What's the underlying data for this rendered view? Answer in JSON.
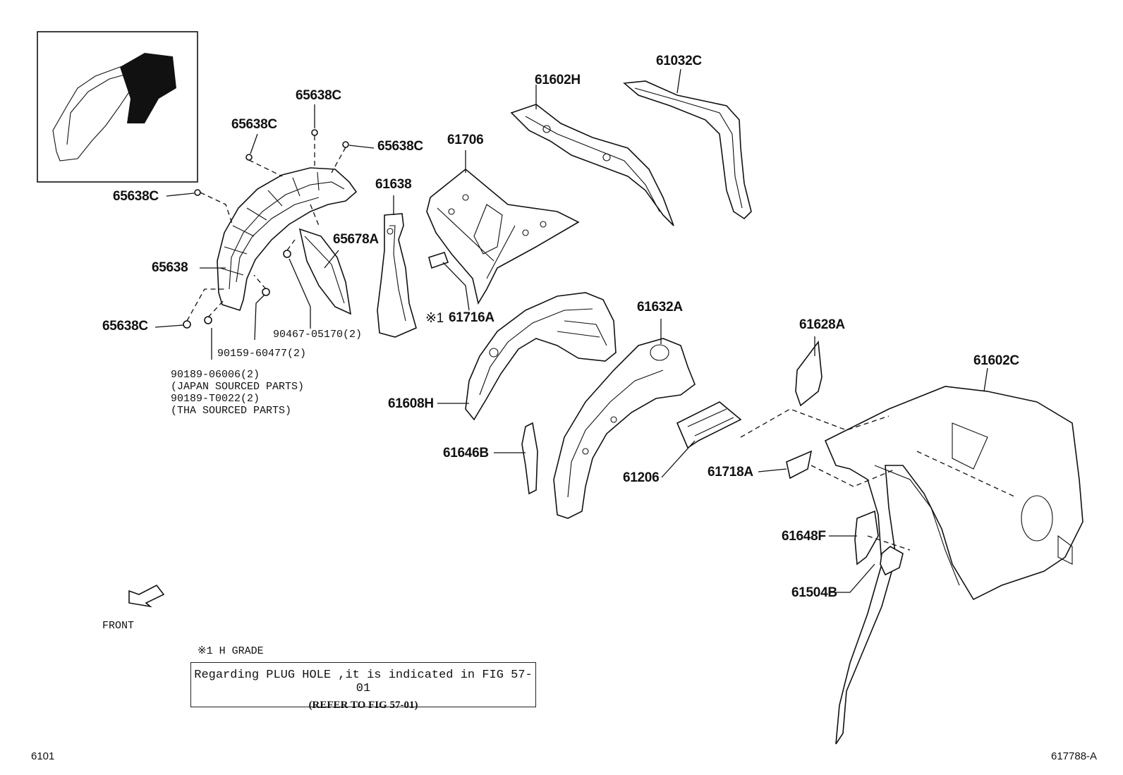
{
  "labels": {
    "p61032C": "61032C",
    "p61602H": "61602H",
    "p65638C_top": "65638C",
    "p65638C_a": "65638C",
    "p65638C_b": "65638C",
    "p65638C_c": "65638C",
    "p65638C_d": "65638C",
    "p61706": "61706",
    "p61638": "61638",
    "p65678A": "65678A",
    "p65638": "65638",
    "p61716A": "61716A",
    "p61716A_mark": "※1",
    "p90467": "90467-05170(2)",
    "p90159": "90159-60477(2)",
    "p61632A": "61632A",
    "p61628A": "61628A",
    "p61602C": "61602C",
    "p61608H": "61608H",
    "p61646B": "61646B",
    "p61206": "61206",
    "p61718A": "61718A",
    "p61648F": "61648F",
    "p61504B": "61504B"
  },
  "fastener_note": {
    "line1": "90189-06006(2)",
    "line2": "(JAPAN SOURCED PARTS)",
    "line3": "90189-T0022(2)",
    "line4": "(THA SOURCED PARTS)"
  },
  "front_label": "FRONT",
  "grade_note": "※1 H GRADE",
  "plug_note": {
    "line1": "Regarding PLUG HOLE ,it is indicated in FIG 57-01",
    "line2": "(REFER TO FIG 57-01)"
  },
  "footer": {
    "page_code": "6101",
    "figure_code": "617788-A"
  }
}
